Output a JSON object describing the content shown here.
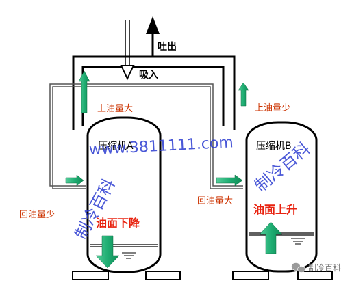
{
  "labels": {
    "discharge": "吐出",
    "suction": "吸入",
    "oil_high_a": "上油量大",
    "oil_low_b": "上油量少",
    "return_low_a": "回油量少",
    "return_high_b": "回油量大",
    "compressor_a": "压缩机A",
    "compressor_b": "压缩机B",
    "level_down": "油面下降",
    "level_up": "油面上升"
  },
  "watermarks": {
    "url": "www.3811111.com",
    "brand_left": "制冷百科",
    "brand_right": "制冷百科",
    "footer": "制冷百科"
  },
  "colors": {
    "line": "#000000",
    "arrow_green": "#1fae73",
    "text_orange": "#cc3300",
    "text_red": "#e8220f",
    "watermark_blue": "#2a3bd0"
  }
}
